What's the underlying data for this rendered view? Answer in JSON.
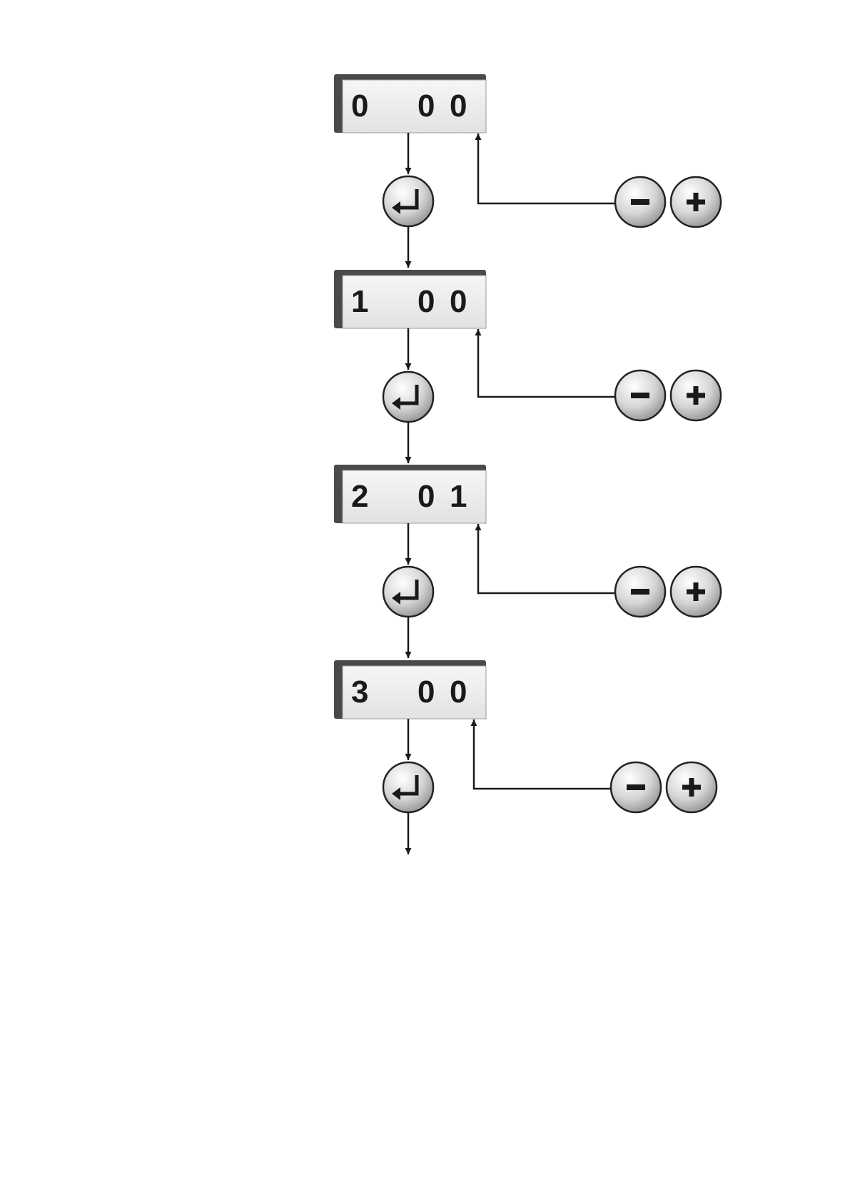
{
  "steps": [
    {
      "display": {
        "left": "0",
        "mid": "0",
        "right": "0"
      }
    },
    {
      "display": {
        "left": "1",
        "mid": "0",
        "right": "0"
      }
    },
    {
      "display": {
        "left": "2",
        "mid": "0",
        "right": "1"
      }
    },
    {
      "display": {
        "left": "3",
        "mid": "0",
        "right": "0"
      }
    }
  ],
  "icons": {
    "enter": "enter-return-icon",
    "minus": "minus-icon",
    "plus": "plus-icon"
  },
  "colors": {
    "line": "#1a1a1a",
    "panel_bevel": "#4a4a4a",
    "panel_face": "#ececec",
    "button_light": "#ffffff",
    "button_dark": "#8f8f8f"
  }
}
